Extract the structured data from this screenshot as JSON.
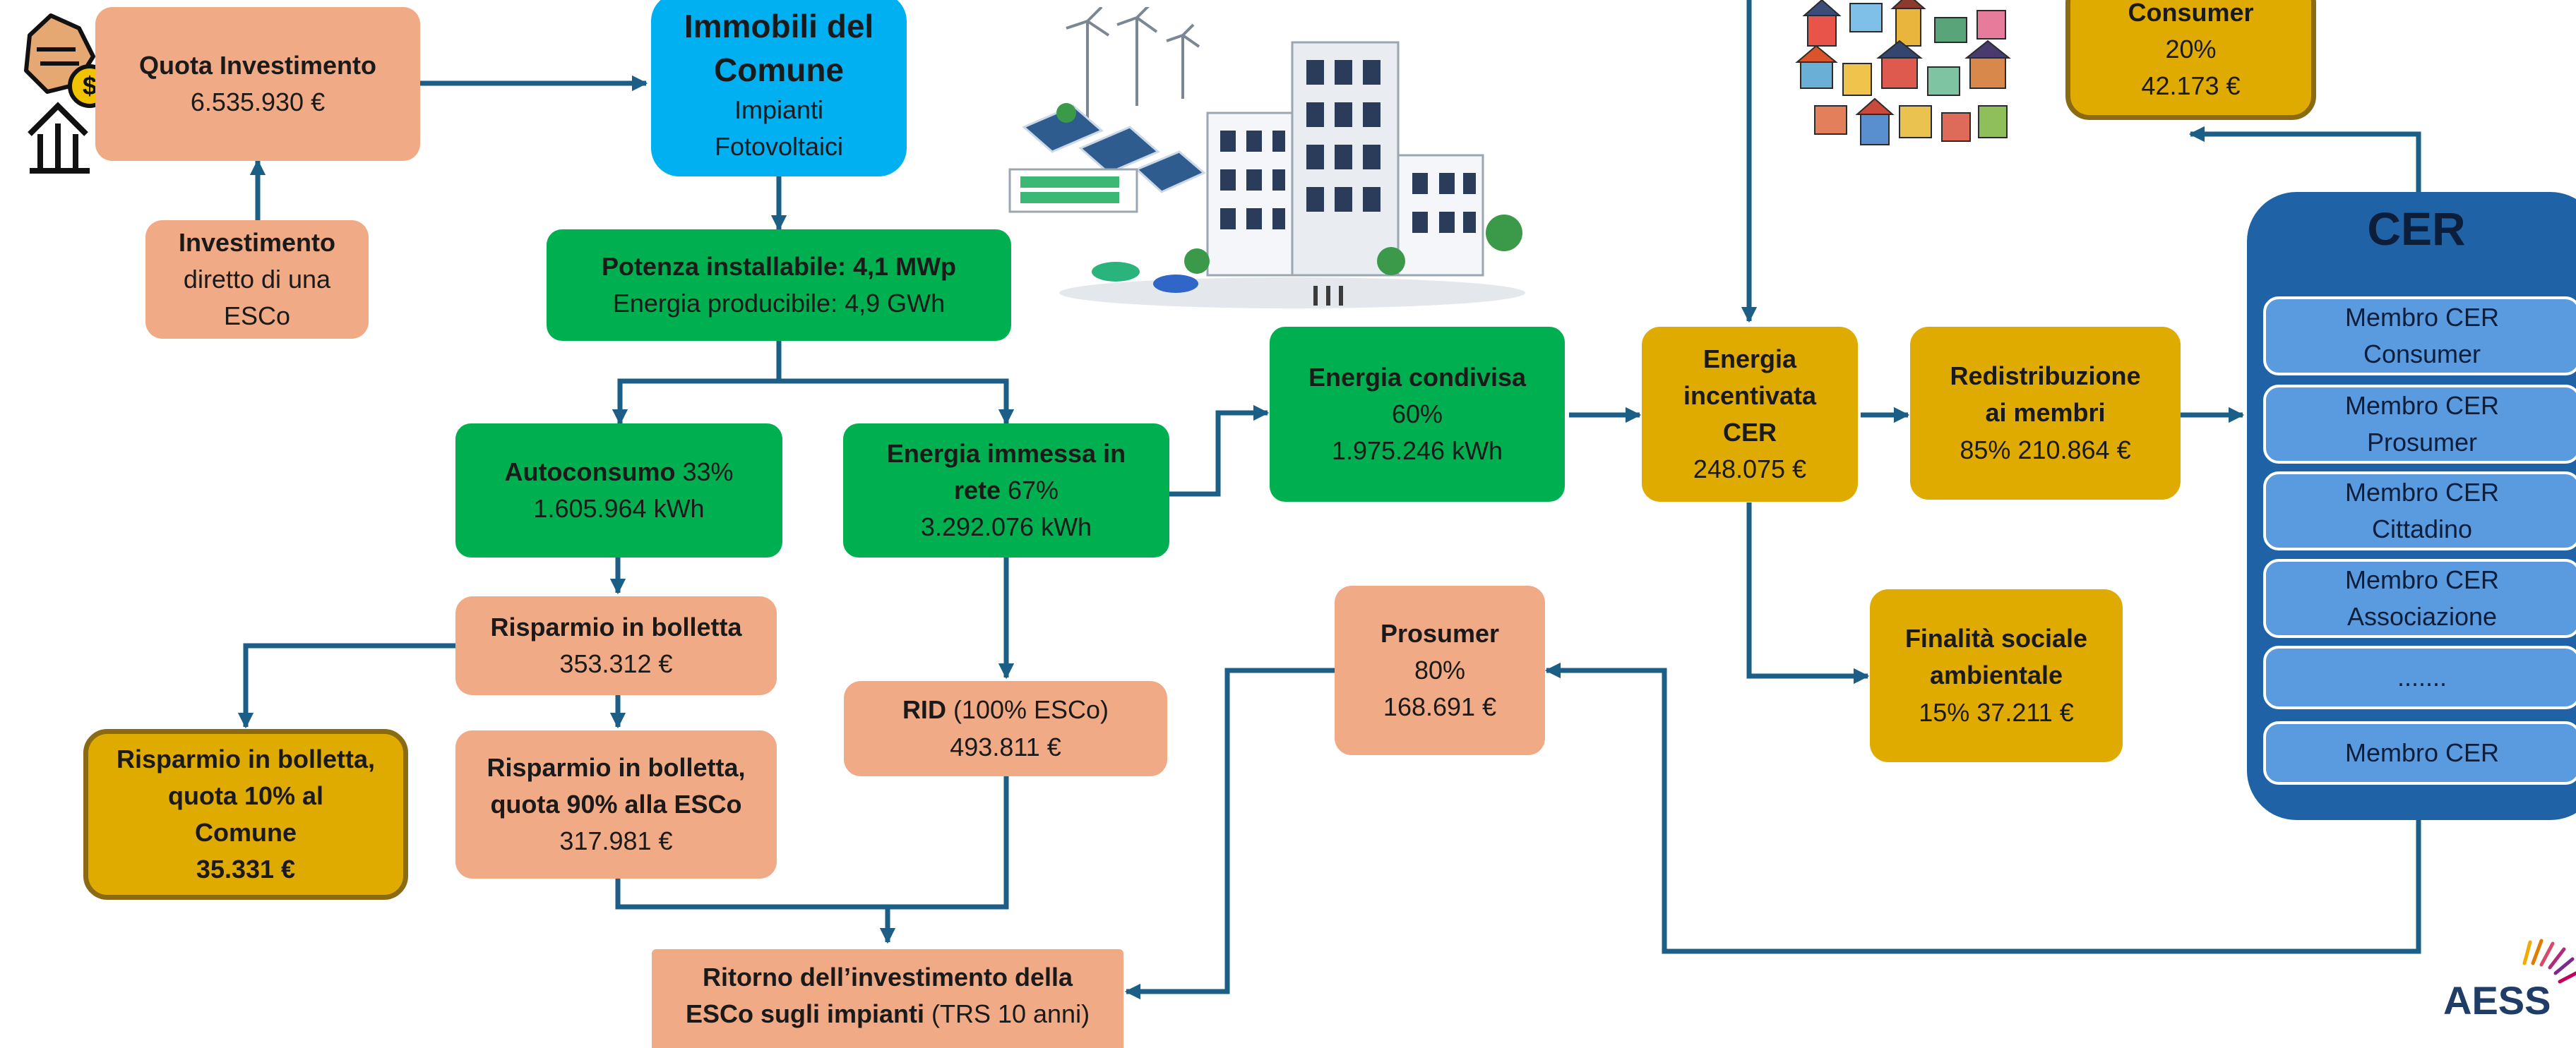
{
  "quota": {
    "title": "Quota Investimento",
    "value": "6.535.930 €"
  },
  "investimento": {
    "l1": "Investimento",
    "l2": "diretto di una",
    "l3": "ESCo"
  },
  "immobili": {
    "l1": "Immobili del",
    "l2": "Comune",
    "l3": "Impianti",
    "l4": "Fotovoltaici"
  },
  "potenza": {
    "l1a": "Potenza installabile: ",
    "l1b": "4,1 MWp",
    "l2": "Energia producibile: 4,9 GWh"
  },
  "autoconsumo": {
    "title": "Autoconsumo",
    "pct": " 33%",
    "value": "1.605.964 kWh"
  },
  "immessa": {
    "l1": "Energia immessa in",
    "l2a": "rete",
    "l2b": " 67%",
    "value": "3.292.076 kWh"
  },
  "condivisa": {
    "title": "Energia condivisa",
    "pct": "60%",
    "value": "1.975.246 kWh"
  },
  "incentivata": {
    "l1": "Energia",
    "l2": "incentivata",
    "l3": "CER",
    "value": "248.075 €"
  },
  "redistribuzione": {
    "l1": "Redistribuzione",
    "l2": "ai membri",
    "value": "85% 210.864 €"
  },
  "consumer": {
    "title": "Consumer",
    "pct": "20%",
    "value": "42.173 €"
  },
  "cer": {
    "title": "CER",
    "members": [
      {
        "l1": "Membro CER",
        "l2": "Consumer"
      },
      {
        "l1": "Membro CER",
        "l2": "Prosumer"
      },
      {
        "l1": "Membro CER",
        "l2": "Cittadino"
      },
      {
        "l1": "Membro CER",
        "l2": "Associazione"
      },
      {
        "l1": ".......",
        "l2": ""
      },
      {
        "l1": "Membro CER",
        "l2": ""
      }
    ]
  },
  "risparmio": {
    "title": "Risparmio in bolletta",
    "value": "353.312 €"
  },
  "risparmio90": {
    "l1": "Risparmio in bolletta,",
    "l2": "quota 90% alla ESCo",
    "value": "317.981 €"
  },
  "risparmio10": {
    "l1": "Risparmio in bolletta,",
    "l2": "quota 10% al",
    "l3": "Comune",
    "value": "35.331 €"
  },
  "rid": {
    "title": "RID",
    "note": " (100% ESCo)",
    "value": "493.811 €"
  },
  "prosumer": {
    "title": "Prosumer",
    "pct": "80%",
    "value": "168.691 €"
  },
  "finalita": {
    "l1": "Finalità sociale",
    "l2": "ambientale",
    "value": "15% 37.211 €"
  },
  "ritorno": {
    "l1": "Ritorno dell’investimento della",
    "l2a": "ESCo sugli impianti",
    "l2b": " (TRS 10 anni)"
  },
  "logo": {
    "text": "AESS"
  },
  "colors": {
    "arrow": "#1b5e86",
    "salmon": "#f1aa86",
    "green": "#00b050",
    "gold": "#e0ab00",
    "blue": "#00b0f0",
    "cer_panel": "#1f62a6",
    "member": "#5a9be0"
  },
  "icons": [
    "hand-money-icon",
    "city-solar-illustration",
    "houses-illustration",
    "aess-logo"
  ]
}
